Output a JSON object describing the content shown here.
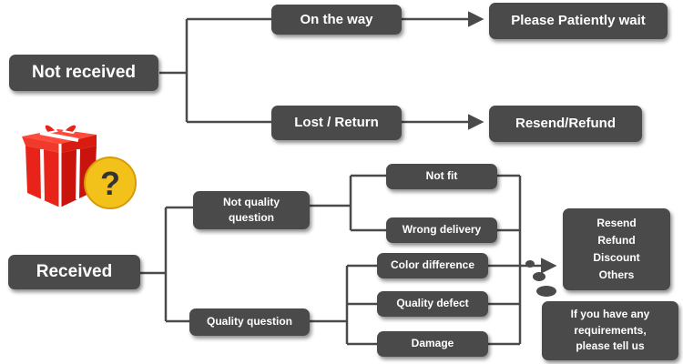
{
  "colors": {
    "node_fill": "#4a4a4a",
    "node_text": "#ffffff",
    "line": "#4a4a4a",
    "box_red": "#e8231a",
    "question_yellow": "#f2c21a"
  },
  "icons": {
    "gift": "red-gift-box-icon",
    "question": "question-mark-icon",
    "thought": "thought-bubble-icon"
  },
  "nodes": {
    "not_received": "Not received",
    "on_the_way": "On the way",
    "patiently_wait": "Please Patiently wait",
    "lost_return": "Lost / Return",
    "resend_refund": "Resend/Refund",
    "received": "Received",
    "not_quality_question": [
      "Not quality",
      "question"
    ],
    "quality_question": "Quality question",
    "not_fit": "Not fit",
    "wrong_delivery": "Wrong delivery",
    "color_difference": "Color difference",
    "quality_defect": "Quality defect",
    "damage": "Damage",
    "options": [
      "Resend",
      "Refund",
      "Discount",
      "Others"
    ],
    "requirements": [
      "If you have any",
      "requirements,",
      "please tell us"
    ]
  }
}
